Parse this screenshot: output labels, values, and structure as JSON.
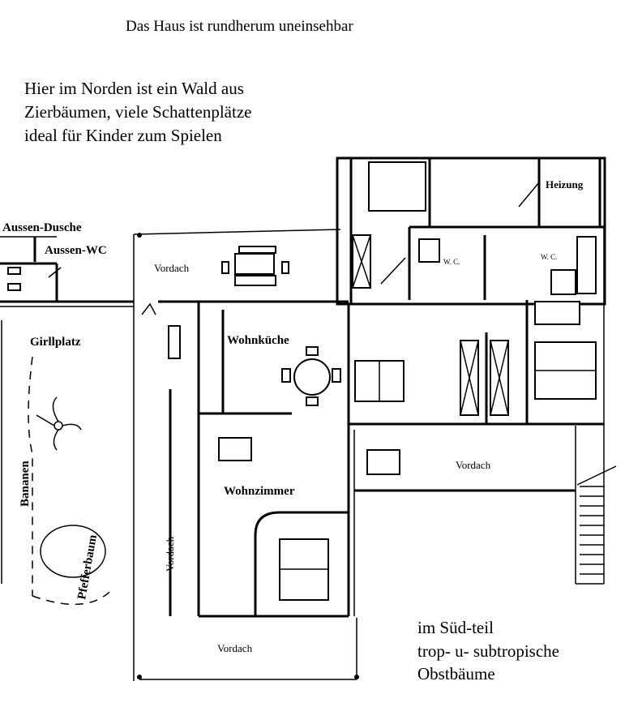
{
  "title": "Das Haus ist rundherum  uneinsehbar",
  "north_note": [
    "Hier im Norden ist ein Wald aus",
    "Zierbäumen, viele Schattenplätze",
    "ideal für Kinder zum Spielen"
  ],
  "south_note": [
    "im Süd-teil",
    "trop- u- subtropische",
    "Obstbäume"
  ],
  "rooms": {
    "aussen_dusche": "Aussen-Dusche",
    "aussen_wc": "Aussen-WC",
    "girllplatz": "Girllplatz",
    "bananen": "Bananen",
    "pfefferbaum": "Pfefferbaum",
    "vordach_north": "Vordach",
    "wohnkueche": "Wohnküche",
    "wohnzimmer": "Wohnzimmer",
    "vordach_west": "Vordach",
    "vordach_south": "Vordach",
    "vordach_east": "Vordach",
    "heizung": "Heizung",
    "wc_1": "W. C.",
    "wc_2": "W. C."
  }
}
